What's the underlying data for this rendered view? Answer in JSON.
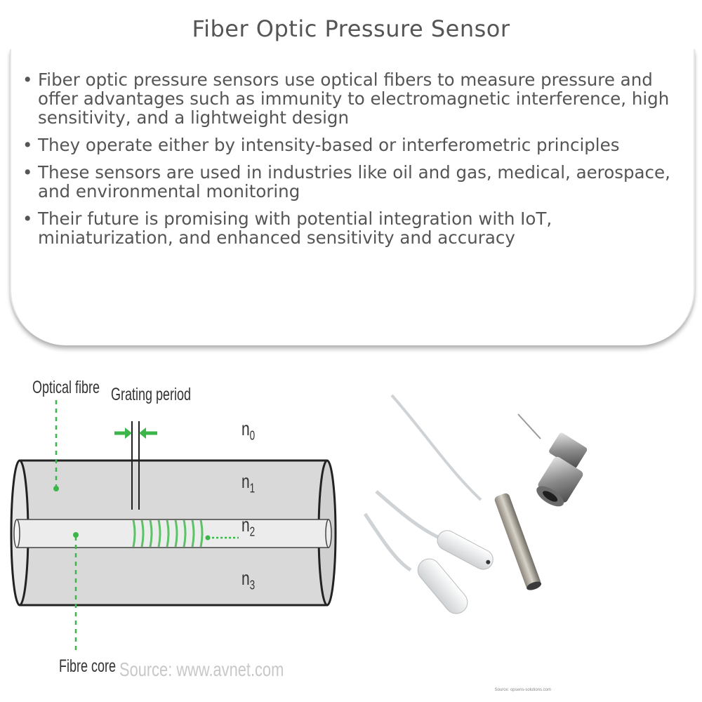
{
  "title": "Fiber Optic Pressure Sensor",
  "bullets": [
    "Fiber optic pressure sensors use optical fibers to measure pressure and offer advantages such as immunity to electromagnetic interference, high sensitivity, and a lightweight design",
    "They operate either by intensity-based or interferometric principles",
    "These sensors are used in industries like oil and gas, medical, aerospace, and environmental monitoring",
    "Their future is promising with potential integration with IoT, miniaturization, and enhanced sensitivity and accuracy"
  ],
  "diagram": {
    "optical_fibre": "Optical fibre",
    "grating_period": "Grating period",
    "fibre_core": "Fibre core",
    "source": "Source: www.avnet.com",
    "n_labels": [
      {
        "base": "n",
        "sub": "0"
      },
      {
        "base": "n",
        "sub": "1"
      },
      {
        "base": "n",
        "sub": "2"
      },
      {
        "base": "n",
        "sub": "3"
      }
    ],
    "accent_color": "#3cb54a"
  },
  "photo_source": "Source: opsens-solutions.com"
}
